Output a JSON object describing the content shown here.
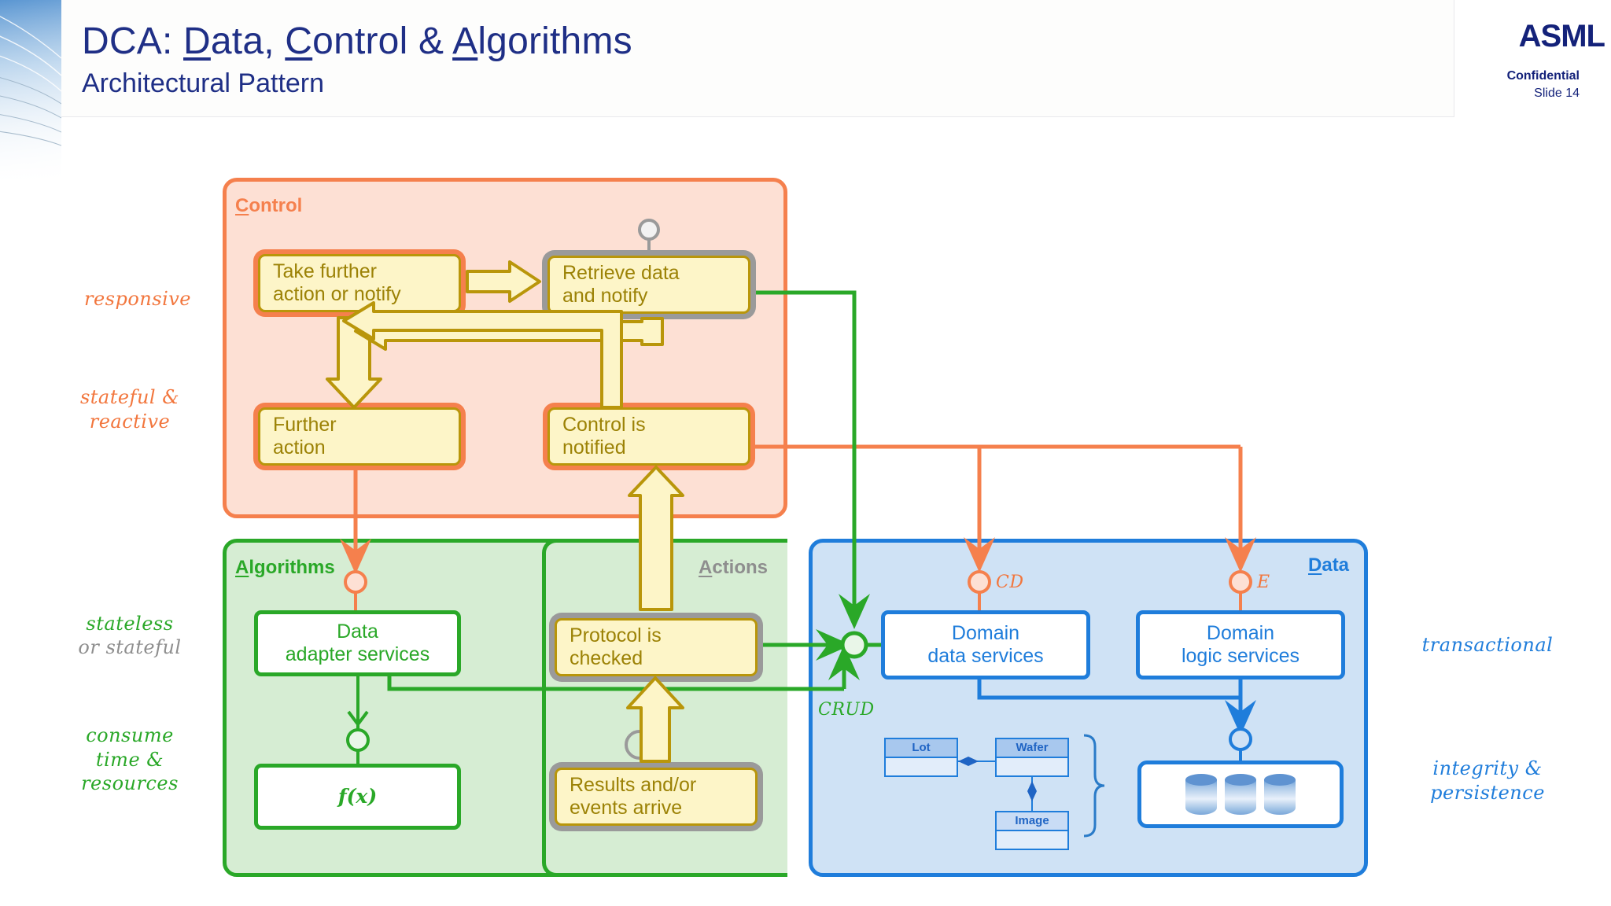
{
  "header": {
    "title_prefix": "DCA: ",
    "title_parts": [
      {
        "underlined": "D",
        "rest": "ata, "
      },
      {
        "underlined": "C",
        "rest": "ontrol & "
      },
      {
        "underlined": "A",
        "rest": "lgorithms"
      }
    ],
    "title_full": "DCA: Data, Control & Algorithms",
    "subtitle": "Architectural Pattern",
    "logo": "ASML",
    "confidential": "Confidential",
    "slide_number": "Slide 14"
  },
  "regions": {
    "control": {
      "label_underlined": "C",
      "label_rest": "ontrol",
      "label": "Control",
      "color": "#f5804d",
      "fill": "#fde0d4"
    },
    "algorithms": {
      "label_underlined": "A",
      "label_rest": "lgorithms",
      "label": "Algorithms",
      "color": "#2aa828",
      "fill": "#d6edd3"
    },
    "actions": {
      "label_underlined": "A",
      "label_rest": "ctions",
      "label": "Actions",
      "color": "#8e8e8e",
      "fill": "#d6edd3"
    },
    "data": {
      "label_underlined": "D",
      "label_rest": "ata",
      "label": "Data",
      "color": "#1f7ddb",
      "fill": "#cfe2f5"
    }
  },
  "nodes": {
    "take_further_action": "Take further\naction or notify",
    "retrieve_data": "Retrieve data\nand notify",
    "further_action": "Further\naction",
    "control_is_notified": "Control is\nnotified",
    "data_adapter_services": "Data\nadapter services",
    "fx": "f(x)",
    "protocol_is_checked": "Protocol is\nchecked",
    "results_events_arrive": "Results and/or\nevents arrive",
    "domain_data_services": "Domain\ndata services",
    "domain_logic_services": "Domain\nlogic services"
  },
  "uml": {
    "lot": "Lot",
    "wafer": "Wafer",
    "image": "Image"
  },
  "edge_labels": {
    "cd": "CD",
    "e": "E",
    "crud": "CRUD"
  },
  "annotations": {
    "left": [
      {
        "text": "responsive",
        "color": "orange"
      },
      {
        "text": "stateful &\nreactive",
        "color": "orange"
      },
      {
        "text_green": "stateless",
        "text_grey": "or stateful",
        "color": "split"
      },
      {
        "text": "consume\ntime &\nresources",
        "color": "green"
      }
    ],
    "right": [
      {
        "text": "transactional",
        "color": "blue"
      },
      {
        "text": "integrity &\npersistence",
        "color": "blue"
      }
    ],
    "responsive": "responsive",
    "stateful_reactive": "stateful &\nreactive",
    "stateless": "stateless",
    "or_stateful": "or stateful",
    "consume": "consume\ntime &\nresources",
    "transactional": "transactional",
    "integrity": "integrity &\npersistence"
  },
  "colors": {
    "orange": "#f5804d",
    "green": "#2aa828",
    "blue": "#1f7ddb",
    "yellow_fill": "#fdf5c8",
    "yellow_stroke": "#b9960a",
    "grey": "#9a9a9a",
    "navy": "#1f2f86"
  }
}
